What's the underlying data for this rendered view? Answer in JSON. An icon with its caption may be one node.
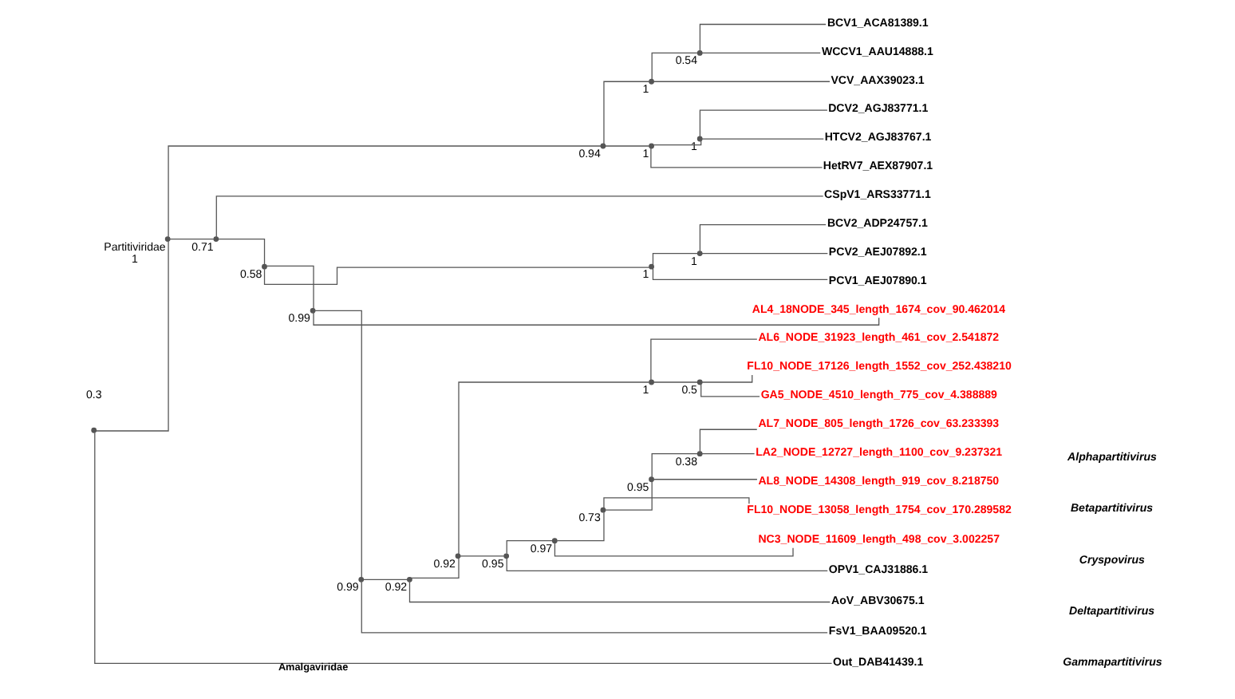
{
  "diagram": {
    "nodes": [
      {
        "text": [],
        "shape": "point"
      },
      {
        "text": [],
        "shape": "point",
        "beside": [
          "Partitiviridae",
          "1"
        ]
      },
      {
        "text": [],
        "shape": "point",
        "beside": [
          "0.94"
        ]
      },
      {
        "text": [],
        "shape": "point",
        "beside": [
          "1"
        ]
      },
      {
        "text": [],
        "shape": "point",
        "beside": [
          "0.54"
        ]
      },
      {
        "text": [
          "BCV1_ACA81389.1"
        ]
      },
      {
        "text": [
          "WCCV1_AAU14888.1"
        ]
      },
      {
        "text": [
          "VCV_AAX39023.1"
        ]
      },
      {
        "text": [],
        "shape": "point",
        "beside": [
          "1"
        ]
      },
      {
        "text": [],
        "shape": "point",
        "beside": [
          "1"
        ]
      },
      {
        "text": [
          "DCV2_AGJ83771.1"
        ]
      },
      {
        "text": [
          "HTCV2_AGJ83767.1"
        ]
      },
      {
        "text": [
          "HetRV7_AEX87907.1"
        ]
      },
      {
        "text": [],
        "shape": "point",
        "beside": [
          "0.71"
        ]
      },
      {
        "text": [
          "CSpV1_ARS33771.1"
        ]
      },
      {
        "text": [],
        "shape": "point",
        "beside": [
          "0.58"
        ]
      },
      {
        "text": [],
        "shape": "point",
        "beside": [
          "1"
        ]
      },
      {
        "text": [],
        "shape": "point",
        "beside": [
          "1"
        ]
      },
      {
        "text": [
          "BCV2_ADP24757.1"
        ]
      },
      {
        "text": [
          "PCV2_AEJ07892.1"
        ]
      },
      {
        "text": [
          "PCV1_AEJ07890.1"
        ]
      },
      {
        "text": [],
        "shape": "point",
        "beside": [
          "0.99"
        ]
      },
      {
        "text": [
          "AL4_18NODE_345_length_1674_cov_90.462014"
        ]
      },
      {
        "text": [],
        "shape": "point",
        "beside": [
          "0.99"
        ]
      },
      {
        "text": [],
        "shape": "point",
        "beside": [
          "0.92"
        ]
      },
      {
        "text": [],
        "shape": "point",
        "beside": [
          "0.92"
        ]
      },
      {
        "text": [],
        "shape": "point",
        "beside": [
          "1"
        ]
      },
      {
        "text": [
          "AL6_NODE_31923_length_461_cov_2.541872"
        ]
      },
      {
        "text": [],
        "shape": "point",
        "beside": [
          "0.5"
        ]
      },
      {
        "text": [
          "FL10_NODE_17126_length_1552_cov_252.438210"
        ]
      },
      {
        "text": [
          "GA5_NODE_4510_length_775_cov_4.388889"
        ]
      },
      {
        "text": [],
        "shape": "point",
        "beside": [
          "0.95"
        ]
      },
      {
        "text": [],
        "shape": "point",
        "beside": [
          "0.97"
        ]
      },
      {
        "text": [],
        "shape": "point",
        "beside": [
          "0.73"
        ]
      },
      {
        "text": [],
        "shape": "point",
        "beside": [
          "0.95"
        ]
      },
      {
        "text": [],
        "shape": "point",
        "beside": [
          "0.38"
        ]
      },
      {
        "text": [
          "AL7_NODE_805_length_1726_cov_63.233393"
        ]
      },
      {
        "text": [
          "LA2_NODE_12727_length_1100_cov_9.237321"
        ]
      },
      {
        "text": [
          "AL8_NODE_14308_length_919_cov_8.218750"
        ]
      },
      {
        "text": [
          "FL10_NODE_13058_length_1754_cov_170.289582"
        ]
      },
      {
        "text": [
          "NC3_NODE_11609_length_498_cov_3.002257"
        ]
      },
      {
        "text": [
          "OPV1_CAJ31886.1"
        ]
      },
      {
        "text": [
          "AoV_ABV30675.1"
        ]
      },
      {
        "text": [
          "FsV1_BAA09520.1"
        ]
      },
      {
        "text": [
          "Out_DAB41439.1"
        ]
      }
    ],
    "edges": [
      {
        "from": 0,
        "to": 1,
        "arrow": "none"
      },
      {
        "from": 1,
        "to": 2,
        "arrow": "none"
      },
      {
        "from": 2,
        "to": 3,
        "arrow": "none"
      },
      {
        "from": 3,
        "to": 4,
        "arrow": "none"
      },
      {
        "from": 4,
        "to": 5,
        "arrow": "none"
      },
      {
        "from": 4,
        "to": 6,
        "arrow": "none"
      },
      {
        "from": 3,
        "to": 7,
        "arrow": "none"
      },
      {
        "from": 2,
        "to": 8,
        "arrow": "none"
      },
      {
        "from": 8,
        "to": 9,
        "arrow": "none"
      },
      {
        "from": 9,
        "to": 10,
        "arrow": "none"
      },
      {
        "from": 9,
        "to": 11,
        "arrow": "none"
      },
      {
        "from": 8,
        "to": 12,
        "arrow": "none"
      },
      {
        "from": 1,
        "to": 13,
        "arrow": "none"
      },
      {
        "from": 13,
        "to": 14,
        "arrow": "none"
      },
      {
        "from": 13,
        "to": 15,
        "arrow": "none"
      },
      {
        "from": 15,
        "to": 16,
        "arrow": "none"
      },
      {
        "from": 16,
        "to": 17,
        "arrow": "none"
      },
      {
        "from": 17,
        "to": 18,
        "arrow": "none"
      },
      {
        "from": 17,
        "to": 19,
        "arrow": "none"
      },
      {
        "from": 16,
        "to": 20,
        "arrow": "none"
      },
      {
        "from": 15,
        "to": 21,
        "arrow": "none"
      },
      {
        "from": 21,
        "to": 22,
        "arrow": "none"
      },
      {
        "from": 21,
        "to": 23,
        "arrow": "none"
      },
      {
        "from": 23,
        "to": 24,
        "arrow": "none"
      },
      {
        "from": 24,
        "to": 25,
        "arrow": "none"
      },
      {
        "from": 25,
        "to": 26,
        "arrow": "none"
      },
      {
        "from": 26,
        "to": 27,
        "arrow": "none"
      },
      {
        "from": 26,
        "to": 28,
        "arrow": "none"
      },
      {
        "from": 28,
        "to": 29,
        "arrow": "none"
      },
      {
        "from": 28,
        "to": 30,
        "arrow": "none"
      },
      {
        "from": 25,
        "to": 31,
        "arrow": "none"
      },
      {
        "from": 31,
        "to": 32,
        "arrow": "none"
      },
      {
        "from": 32,
        "to": 33,
        "arrow": "none"
      },
      {
        "from": 33,
        "to": 34,
        "arrow": "none"
      },
      {
        "from": 34,
        "to": 35,
        "arrow": "none"
      },
      {
        "from": 35,
        "to": 36,
        "arrow": "none"
      },
      {
        "from": 35,
        "to": 37,
        "arrow": "none"
      },
      {
        "from": 34,
        "to": 38,
        "arrow": "none"
      },
      {
        "from": 33,
        "to": 39,
        "arrow": "none"
      },
      {
        "from": 32,
        "to": 40,
        "arrow": "none"
      },
      {
        "from": 31,
        "to": 41,
        "arrow": "none"
      },
      {
        "from": 24,
        "to": 42,
        "arrow": "none"
      },
      {
        "from": 23,
        "to": 43,
        "arrow": "none"
      },
      {
        "from": 0,
        "to": 44,
        "label": "Amalgaviridae",
        "arrow": "none"
      }
    ],
    "labels": [
      "Alphapartitivirus",
      "Betapartitivirus",
      "Cryspovirus",
      "Deltapartitivirus",
      "Gammapartitivirus",
      "0.3"
    ]
  }
}
